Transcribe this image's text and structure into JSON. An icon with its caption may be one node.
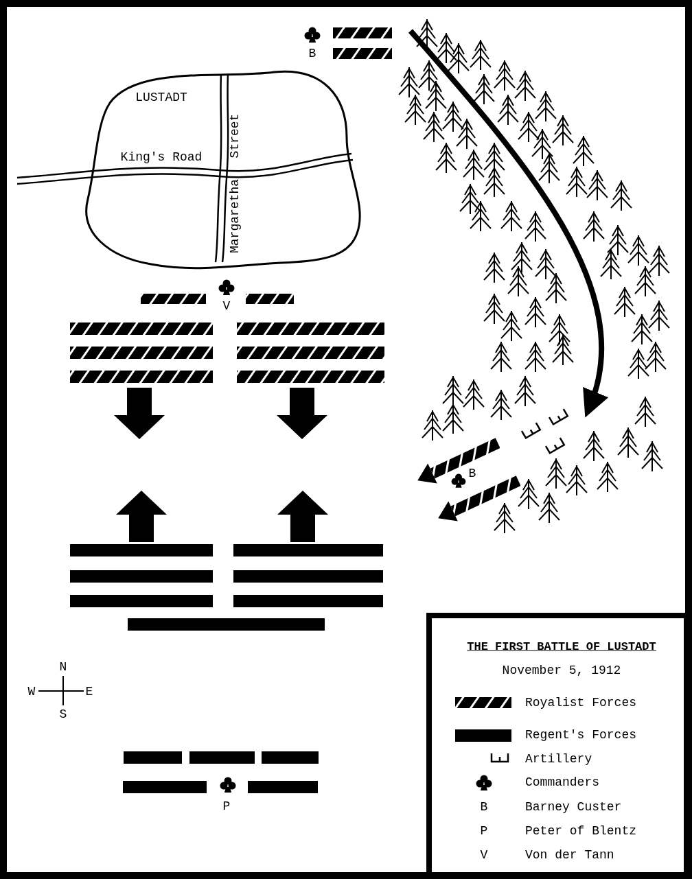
{
  "diagram": {
    "title": "THE FIRST BATTLE OF LUSTADT",
    "caption": "November 5, 1912",
    "labels": [
      "B",
      "LUSTADT",
      "Street",
      "King's Road",
      "Margaretha",
      "V",
      "B",
      "N",
      "W",
      "E",
      "S",
      "P",
      "B",
      "P",
      "V"
    ],
    "legend": [
      {
        "text": "Royalist Forces"
      },
      {
        "text": "Regent's Forces"
      },
      {
        "text": "Artillery"
      },
      {
        "text": "Commanders"
      },
      {
        "text": "Barney Custer"
      },
      {
        "text": "Peter of Blentz"
      },
      {
        "text": "Von der Tann"
      }
    ]
  }
}
